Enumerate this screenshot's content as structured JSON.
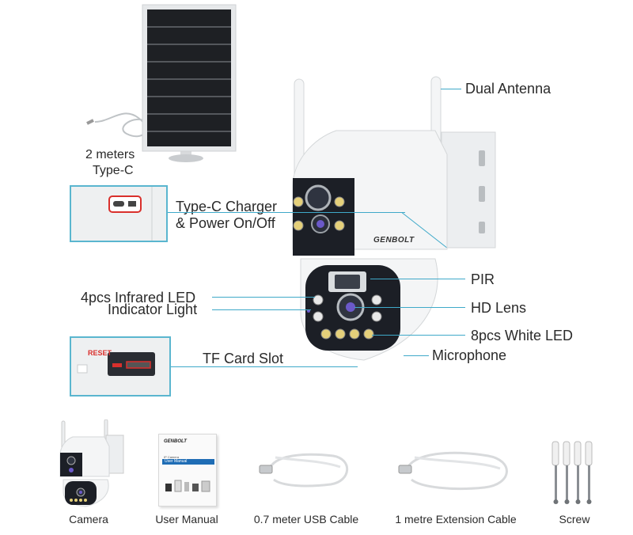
{
  "labels": {
    "solar_cable": [
      "2 meters",
      "Type-C"
    ],
    "dual_antenna": "Dual Antenna",
    "charger": [
      "Type-C Charger",
      "& Power On/Off"
    ],
    "infrared_led": "4pcs Infrared LED",
    "indicator_light": "Indicator Light",
    "pir": "PIR",
    "hd_lens": "HD Lens",
    "white_led": "8pcs White LED",
    "tf_card_slot": "TF Card Slot",
    "microphone": "Microphone",
    "reset": "RESET"
  },
  "brand": "GENBOLT",
  "manual": {
    "brand": "GENBOLT",
    "subtitle": "IP Camera",
    "title": "User Manual"
  },
  "accessories": [
    {
      "name": "Camera"
    },
    {
      "name": "User Manual"
    },
    {
      "name": "0.7 meter USB Cable"
    },
    {
      "name": "1 metre Extension Cable"
    },
    {
      "name": "Screw"
    }
  ],
  "colors": {
    "leader_line": "#3fa9c9",
    "inset_border": "#5ab6cf",
    "camera_white": "#f4f5f6",
    "lens_dark": "#1c1f26",
    "reset_red": "#d9302c",
    "manual_bar": "#1f6db5"
  }
}
